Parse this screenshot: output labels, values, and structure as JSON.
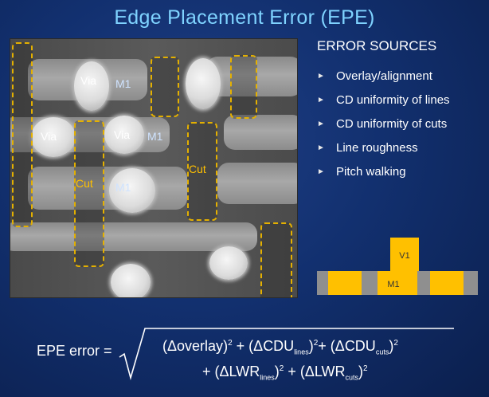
{
  "title": "Edge Placement Error (EPE)",
  "sem": {
    "labels": {
      "via1": "Via",
      "m1a": "M1",
      "via2": "Via",
      "via3": "Via",
      "m1b": "M1",
      "cut1": "Cut",
      "m1c": "M1",
      "cut2": "Cut"
    }
  },
  "error_sources": {
    "heading": "ERROR SOURCES",
    "items": [
      "Overlay/alignment",
      "CD uniformity of lines",
      "CD uniformity of cuts",
      "Line roughness",
      "Pitch walking"
    ]
  },
  "cross_section": {
    "v1": "V1",
    "m1": "M1"
  },
  "formula": {
    "label": "EPE error =",
    "delta": "Δ",
    "overlay": "overlay",
    "cdu": "CDU",
    "lines": "lines",
    "cuts": "cuts",
    "lwr": "LWR",
    "exp": "2",
    "plus": "+"
  },
  "colors": {
    "title": "#7fd3ff",
    "accent": "#ffc000",
    "background": "#12306f"
  }
}
